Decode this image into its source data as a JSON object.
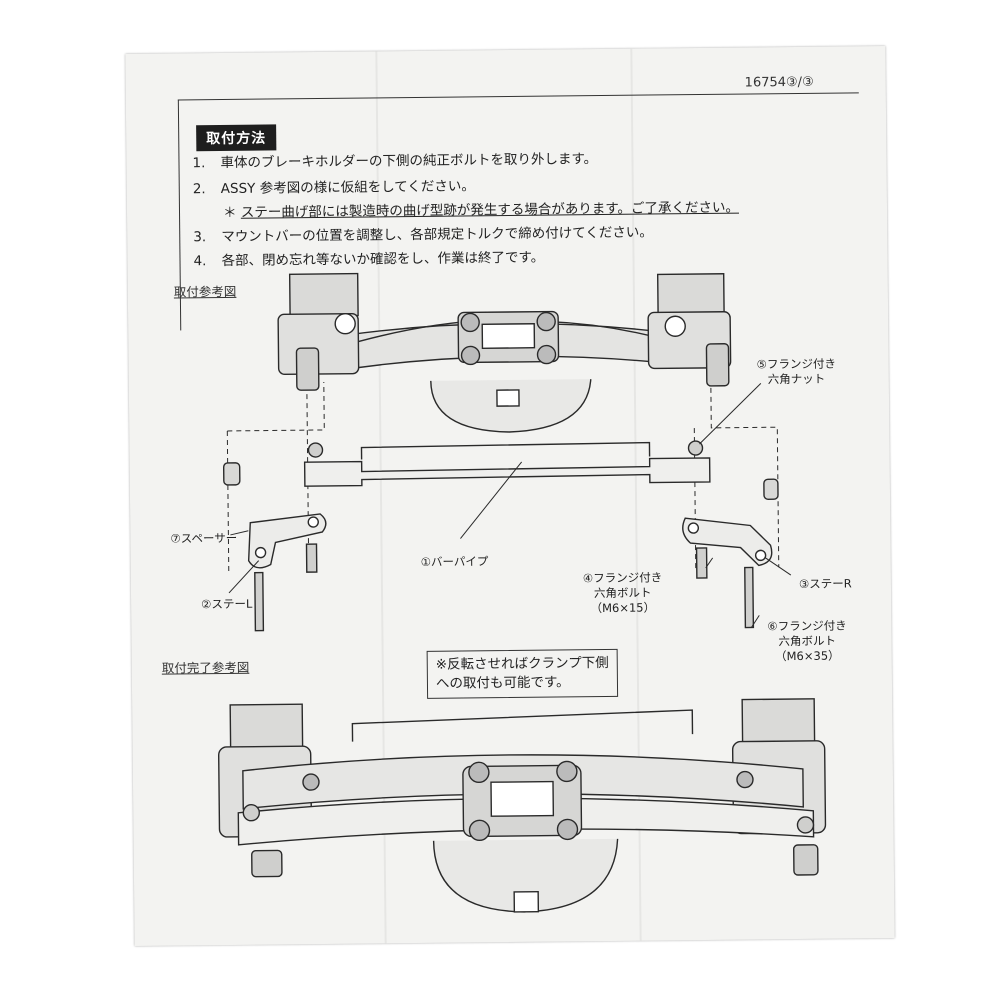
{
  "document": {
    "doc_number": "16754③/③",
    "section_title": "取付方法",
    "steps": [
      {
        "num": "1.",
        "text": "車体のブレーキホルダーの下側の純正ボルトを取り外します。"
      },
      {
        "num": "2.",
        "text": "ASSY 参考図の様に仮組をしてください。"
      },
      {
        "num": "3.",
        "text": "マウントバーの位置を調整し、各部規定トルクで締め付けてください。"
      },
      {
        "num": "4.",
        "text": "各部、閉め忘れ等ないか確認をし、作業は終了です。"
      }
    ],
    "caution": {
      "mark": "＊",
      "text": "ステー曲げ部には製造時の曲げ型跡が発生する場合があります。ご了承ください。"
    },
    "diagram1_label": "取付参考図",
    "diagram2_label": "取付完了参考図",
    "parts": {
      "p1": "①バーパイプ",
      "p2": "②ステーL",
      "p3": "③ステーR",
      "p4_line1": "④フランジ付き",
      "p4_line2": "六角ボルト",
      "p4_line3": "（M6×15）",
      "p5_line1": "⑤フランジ付き",
      "p5_line2": "六角ナット",
      "p6_line1": "⑥フランジ付き",
      "p6_line2": "六角ボルト",
      "p6_line3": "（M6×35）",
      "p7": "⑦スペーサー"
    },
    "reverse_note_line1": "※反転させればクランプ下側",
    "reverse_note_line2": "への取付も可能です。"
  }
}
